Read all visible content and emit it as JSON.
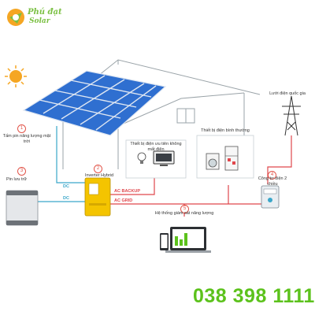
{
  "logo": {
    "name": "Phú đạt",
    "sub": "Solar"
  },
  "labels": {
    "panel": "Tấm pin năng lượng mặt trời",
    "battery": "Pin lưu trữ",
    "inverter": "Inverter Hybrid",
    "priority_load": "Thiết bị điện ưu tiên không mất điện",
    "normal_load": "Thiết bị điện bình thường",
    "grid": "Lưới điện quốc gia",
    "meter": "Công tơ điện 2 chiều",
    "monitor": "Hệ thống giám sát năng lượng"
  },
  "numbers": {
    "n1": "1",
    "n2": "2",
    "n3": "3",
    "n4": "4",
    "n5": "5"
  },
  "wires": {
    "dc1": "DC",
    "dc2": "DC",
    "ac_backup": "AC BACKUP",
    "ac_grid": "AC GRID"
  },
  "phone": "038 398 1111",
  "colors": {
    "dc": "#3aa6c9",
    "ac": "#e0474c",
    "phone": "#5cc21c",
    "logo": "#7bc043",
    "panel": "#2f6fd0",
    "inverter": "#f4c400"
  }
}
